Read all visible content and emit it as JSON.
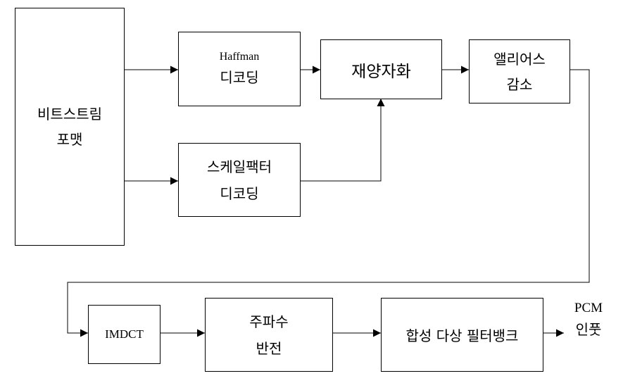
{
  "blocks": {
    "bitstream_format": {
      "line1": "비트스트림",
      "line2": "포맷"
    },
    "huffman_decoding": {
      "line1": "Haffman",
      "line2": "디코딩"
    },
    "requantization": {
      "label": "재양자화"
    },
    "alias_reduction": {
      "line1": "앨리어스",
      "line2": "감소"
    },
    "scalefactor_decoding": {
      "line1": "스케일팩터",
      "line2": "디코딩"
    },
    "imdct": {
      "label": "IMDCT"
    },
    "frequency_inversion": {
      "line1": "주파수",
      "line2": "반전"
    },
    "synthesis_filterbank": {
      "label": "합성 다상 필터뱅크"
    }
  },
  "output": {
    "line1": "PCM",
    "line2": "인풋"
  }
}
